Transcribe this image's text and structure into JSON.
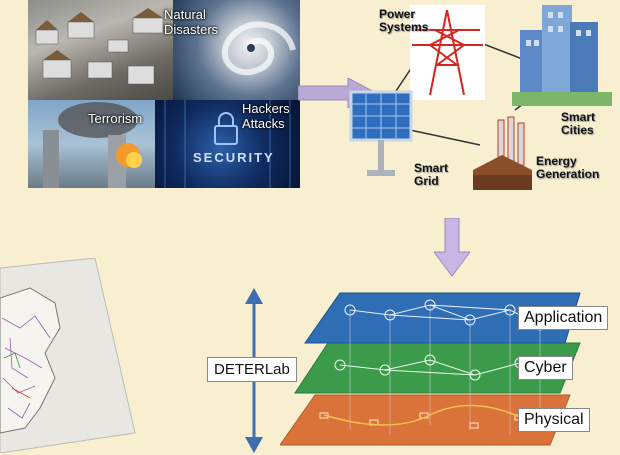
{
  "threats": {
    "natural": "Natural\nDisasters",
    "terrorism": "Terrorism",
    "hackers": "Hackers\nAttacks",
    "security_word": "SECURITY"
  },
  "grid": {
    "power": "Power\nSystems",
    "smart_grid": "Smart\nGrid",
    "smart_cities": "Smart\nCities",
    "energy": "Energy\nGeneration"
  },
  "layers": {
    "application": "Application",
    "cyber": "Cyber",
    "physical": "Physical",
    "testbed": "DETERLab"
  },
  "colors": {
    "background": "#f7efcf",
    "application_layer": "#2f6db5",
    "cyber_layer": "#3b9b4a",
    "physical_layer": "#d9733a",
    "arrow_fill": "#c9b6e6",
    "double_arrow": "#3d6fb0"
  }
}
